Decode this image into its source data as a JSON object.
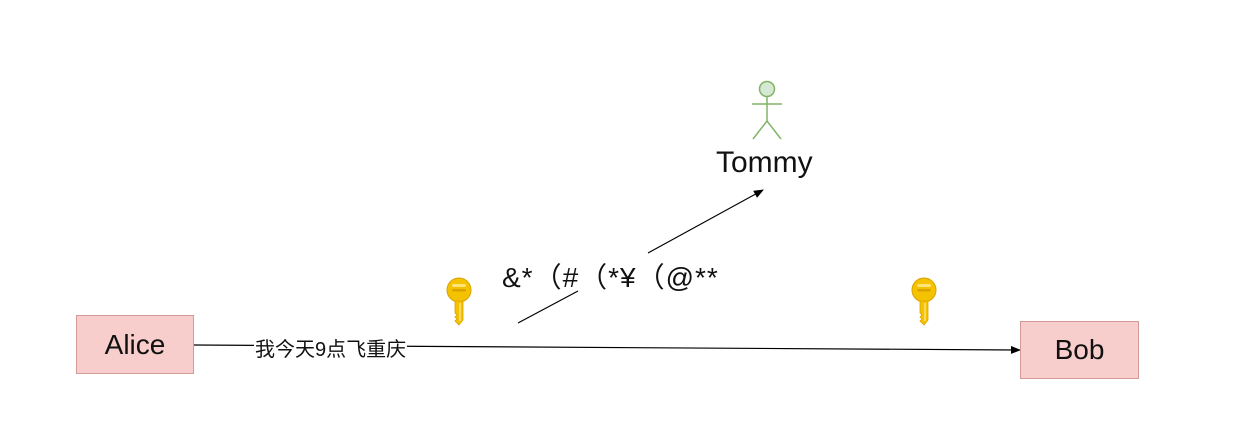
{
  "nodes": {
    "alice": {
      "label": "Alice"
    },
    "bob": {
      "label": "Bob"
    },
    "tommy": {
      "label": "Tommy"
    }
  },
  "edges": {
    "message": {
      "label": "我今天9点飞重庆"
    },
    "intercept": {
      "label": "&*（#（*¥（@**"
    }
  },
  "icons": {
    "actor": "person-actor-icon",
    "key": "key-icon"
  },
  "colors": {
    "node_fill": "#f8cecc",
    "node_border": "#d49a98",
    "actor": "#82b366",
    "actor_fill": "#d5e8d4",
    "key_gold": "#f5c200",
    "line": "#000000"
  }
}
